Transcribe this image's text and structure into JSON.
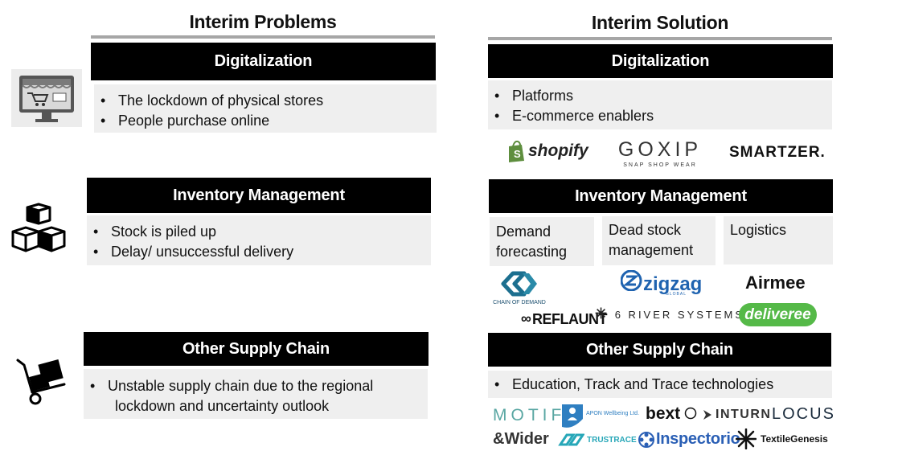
{
  "left": {
    "title": "Interim Problems",
    "sections": [
      {
        "header": "Digitalization",
        "bullets": [
          "The lockdown of physical stores",
          "People purchase online"
        ]
      },
      {
        "header": "Inventory Management",
        "bullets": [
          "Stock is piled up",
          "Delay/ unsuccessful delivery"
        ]
      },
      {
        "header": "Other Supply Chain",
        "bullets": [
          "Unstable supply chain due to the regional",
          "lockdown and uncertainty outlook"
        ]
      }
    ]
  },
  "right": {
    "title": "Interim Solution",
    "digital": {
      "header": "Digitalization",
      "bullets": [
        "Platforms",
        "E-commerce enablers"
      ]
    },
    "inventory": {
      "header": "Inventory Management",
      "subs": [
        {
          "line1": "Demand",
          "line2": "forecasting"
        },
        {
          "line1": "Dead stock",
          "line2": "management"
        },
        {
          "line1": "Logistics",
          "line2": ""
        }
      ]
    },
    "supply": {
      "header": "Other Supply Chain",
      "bullets": [
        "Education, Track and Trace technologies"
      ]
    }
  },
  "logos": {
    "shopify": "shopify",
    "goxip": "GOXIP",
    "goxip_tag": "SNAP  SHOP  WEAR",
    "smartzer": "SMARTZER.",
    "chain_of_demand": "CHAIN OF DEMAND",
    "zigzag": "zigzag",
    "zigzag_tag": "GLOBAL",
    "airmee": "Airmee",
    "reflaunt": "REFLAUNT",
    "six_river": "6 RIVER SYSTEMS",
    "deliveree": "deliveree",
    "motif": "MOTIF",
    "apon": "APON Wellbeing Ltd.",
    "bext": "bext",
    "inturn": "INTURN",
    "locus": "LOCUS",
    "wider": "&Wider",
    "trustrace": "TRUSTRACE",
    "inspectorio": "Inspectorio",
    "textilegenesis": "TextileGenesis"
  },
  "colors": {
    "header_bg": "#000000",
    "box_bg": "#efefef",
    "rule": "#a6a6a6",
    "shopify_green": "#5e8e3e",
    "zigzag_blue": "#1f63b0",
    "deliveree_green": "#55b948",
    "inspectorio_blue": "#2a5fb5"
  }
}
